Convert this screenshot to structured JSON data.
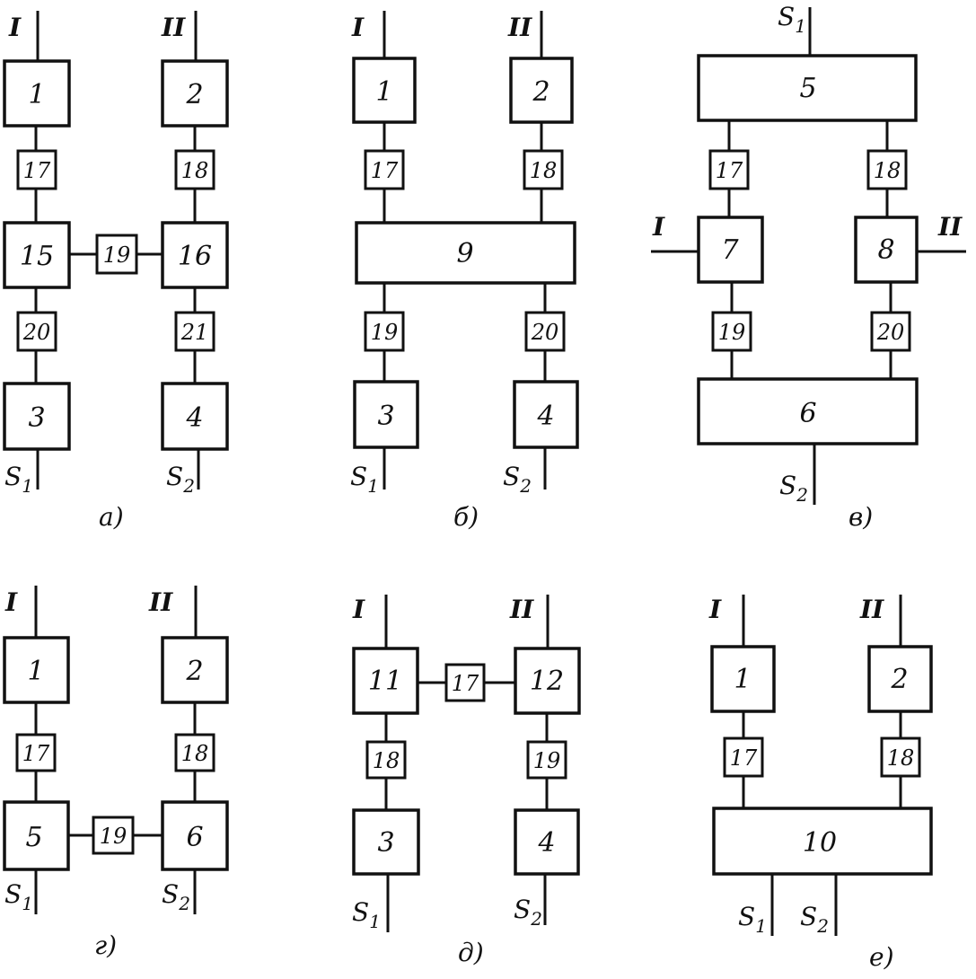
{
  "diagrams": [
    {
      "caption": "а)",
      "port_left": "I",
      "port_right": "II",
      "blocks": [
        "1",
        "2",
        "15",
        "16",
        "3",
        "4"
      ],
      "links": [
        "17",
        "18",
        "19",
        "20",
        "21"
      ],
      "outputs": [
        {
          "sym": "S",
          "sub": "1"
        },
        {
          "sym": "S",
          "sub": "2"
        }
      ]
    },
    {
      "caption": "б)",
      "port_left": "I",
      "port_right": "II",
      "blocks": [
        "1",
        "2",
        "9",
        "3",
        "4"
      ],
      "links": [
        "17",
        "18",
        "19",
        "20"
      ],
      "outputs": [
        {
          "sym": "S",
          "sub": "1"
        },
        {
          "sym": "S",
          "sub": "2"
        }
      ]
    },
    {
      "caption": "в)",
      "port_left": "I",
      "port_right": "II",
      "blocks": [
        "5",
        "7",
        "8",
        "6"
      ],
      "links": [
        "17",
        "18",
        "19",
        "20"
      ],
      "outputs": [
        {
          "sym": "S",
          "sub": "1"
        },
        {
          "sym": "S",
          "sub": "2"
        }
      ]
    },
    {
      "caption": "г)",
      "port_left": "I",
      "port_right": "II",
      "blocks": [
        "1",
        "2",
        "5",
        "6"
      ],
      "links": [
        "17",
        "18",
        "19"
      ],
      "outputs": [
        {
          "sym": "S",
          "sub": "1"
        },
        {
          "sym": "S",
          "sub": "2"
        }
      ]
    },
    {
      "caption": "д)",
      "port_left": "I",
      "port_right": "II",
      "blocks": [
        "11",
        "12",
        "3",
        "4"
      ],
      "links": [
        "17",
        "18",
        "19"
      ],
      "outputs": [
        {
          "sym": "S",
          "sub": "1"
        },
        {
          "sym": "S",
          "sub": "2"
        }
      ]
    },
    {
      "caption": "е)",
      "port_left": "I",
      "port_right": "II",
      "blocks": [
        "1",
        "2",
        "10"
      ],
      "links": [
        "17",
        "18"
      ],
      "outputs": [
        {
          "sym": "S",
          "sub": "1"
        },
        {
          "sym": "S",
          "sub": "2"
        }
      ]
    }
  ]
}
